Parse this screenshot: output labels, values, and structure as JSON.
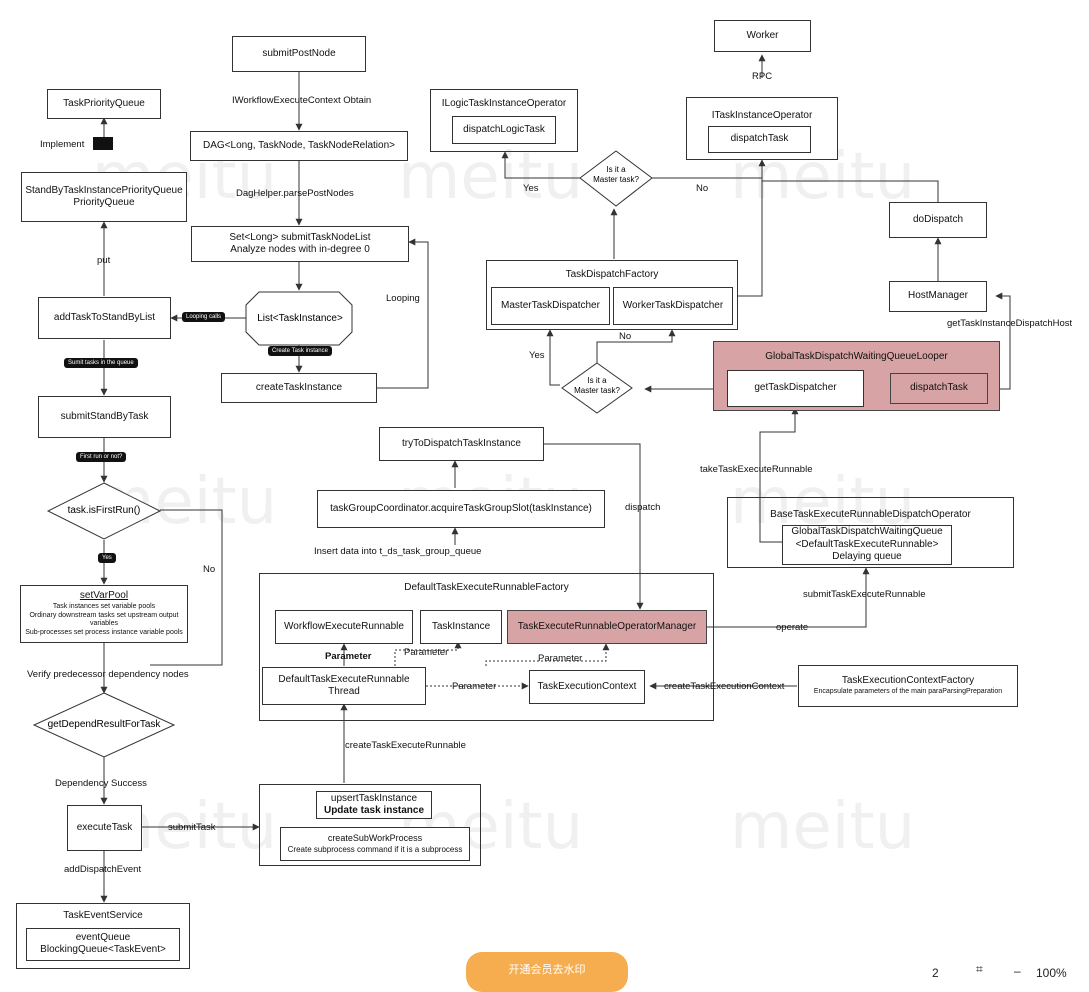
{
  "nodes": {
    "submitPostNode": "submitPostNode",
    "dagRelation": "DAG<Long, TaskNode, TaskNodeRelation>",
    "submitTaskNodeList": "Set<Long> submitTaskNodeList",
    "analyzeIndegree": "Analyze nodes with in-degree 0",
    "taskInstanceList": "List<TaskInstance>",
    "createTaskInstance": "createTaskInstance",
    "taskPriorityQueue": "TaskPriorityQueue",
    "standByQueue": "StandByTaskInstancePriorityQueue",
    "priorityQueue": "PriorityQueue",
    "addTaskToStandByList": "addTaskToStandByList",
    "submitStandByTask": "submitStandByTask",
    "isFirstRun": "task.isFirstRun()",
    "setVarPool": "setVarPool",
    "varPoolLine1": "Task instances set variable pools",
    "varPoolLine2": "Ordinary downstream tasks set upstream output variables",
    "varPoolLine3": "Sub-processes set process instance variable pools",
    "getDependResult": "getDependResultForTask",
    "executeTask": "executeTask",
    "taskEventService": "TaskEventService",
    "eventQueue": "eventQueue",
    "blockingQueue": "BlockingQueue<TaskEvent>",
    "upsertTaskInstance": "upsertTaskInstance",
    "updateTaskInstance": "Update task instance",
    "createSubWorkProcess": "createSubWorkProcess",
    "createSubprocessCommand": "Create subprocess command if it is a subprocess",
    "defaultFactory": "DefaultTaskExecuteRunnableFactory",
    "workflowExecuteRunnable": "WorkflowExecuteRunnable",
    "taskInstance": "TaskInstance",
    "operatorManager": "TaskExecuteRunnableOperatorManager",
    "defaultRunnable": "DefaultTaskExecuteRunnable",
    "thread": "Thread",
    "taskExecutionContext": "TaskExecutionContext",
    "taskExecutionContextFactory": "TaskExecutionContextFactory",
    "encapsulateParams": "Encapsulate parameters of the main paraParsingPreparation",
    "acquireSlot": "taskGroupCoordinator.acquireTaskGroupSlot(taskInstance)",
    "tryToDispatch": "tryToDispatchTaskInstance",
    "baseDispatchOperator": "BaseTaskExecuteRunnableDispatchOperator",
    "globalWaitingQueue": "GlobalTaskDispatchWaitingQueue",
    "delayingRunnable": "<DefaultTaskExecuteRunnable>",
    "delayingQueue": "Delaying queue",
    "looperTitle": "GlobalTaskDispatchWaitingQueueLooper",
    "getTaskDispatcher": "getTaskDispatcher",
    "dispatchTaskPink": "dispatchTask",
    "isMasterLower1": "Is it a",
    "isMasterLower2": "Master task?",
    "taskDispatchFactory": "TaskDispatchFactory",
    "masterDispatcher": "MasterTaskDispatcher",
    "workerDispatcher": "WorkerTaskDispatcher",
    "isMasterUpper1": "Is it a",
    "isMasterUpper2": "Master task?",
    "iLogicOperator": "ILogicTaskInstanceOperator",
    "dispatchLogicTask": "dispatchLogicTask",
    "iTaskOperator": "ITaskInstanceOperator",
    "dispatchTask": "dispatchTask",
    "worker": "Worker",
    "doDispatch": "doDispatch",
    "hostManager": "HostManager"
  },
  "edge_labels": {
    "obtain": "IWorkflowExecuteContext Obtain",
    "parsePostNodes": "DagHelper.parsePostNodes",
    "looping": "Looping",
    "loopingCalls": "Looping calls",
    "createTaskInstanceTag": "Create Task instance",
    "implement": "Implement",
    "put": "put",
    "sumitTasks": "Sumit tasks in the queue",
    "firstRunTag": "First run or not?",
    "yes": "Yes",
    "no": "No",
    "verifyPredecessor": "Verify predecessor dependency nodes",
    "dependencySuccess": "Dependency Success",
    "addDispatchEvent": "addDispatchEvent",
    "submitTask": "submitTask",
    "createTaskExecuteRunnable": "createTaskExecuteRunnable",
    "insertData": "Insert data into t_ds_task_group_queue",
    "dispatch": "dispatch",
    "parameter1": "Parameter",
    "parameter2": "Parameter",
    "parameter3": "Parameter",
    "parameter4": "Parameter",
    "createTaskExecutionContext": "createTaskExecutionContext",
    "operate": "operate",
    "submitTaskExecuteRunnable": "submitTaskExecuteRunnable",
    "takeTaskExecuteRunnable": "takeTaskExecuteRunnable",
    "getTaskInstanceDispatchHost": "getTaskInstanceDispatchHost",
    "rpc": "RPC",
    "yesLower": "Yes",
    "noLower": "No",
    "yesUpper": "Yes",
    "noUpper": "No"
  },
  "watermark": "meitu",
  "bottom_bar": {
    "pill": "开通会员去水印",
    "page": "2",
    "grid_icon": "grid-icon",
    "zoom": "100%"
  },
  "colors": {
    "highlight": "#d7a3a5",
    "line": "#333333",
    "pill": "#f6ad4f"
  }
}
